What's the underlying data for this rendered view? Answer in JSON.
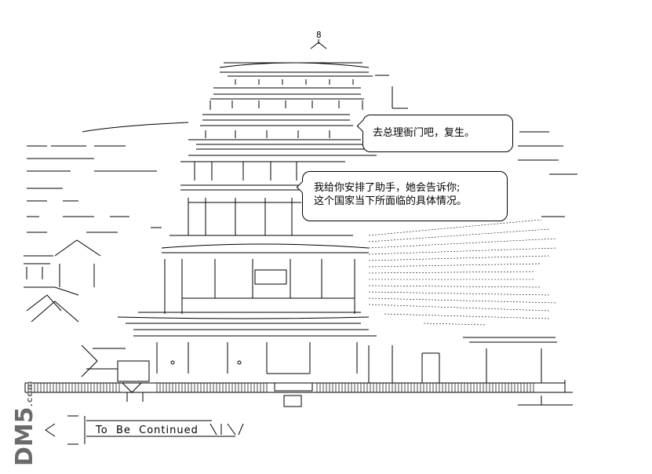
{
  "dialogue": {
    "bubble_1": [
      "去总理衙门吧，复生。"
    ],
    "bubble_2": [
      "我给你安排了助手，她会告诉你;",
      "这个国家当下所面临的具体情况。"
    ]
  },
  "footer": {
    "text": "To  Be  Continued"
  },
  "watermark": {
    "brand": "DM5",
    "domain": ".com"
  },
  "colors": {
    "ink": "#000000",
    "paper": "#ffffff",
    "watermark": "#6b6b6b"
  }
}
